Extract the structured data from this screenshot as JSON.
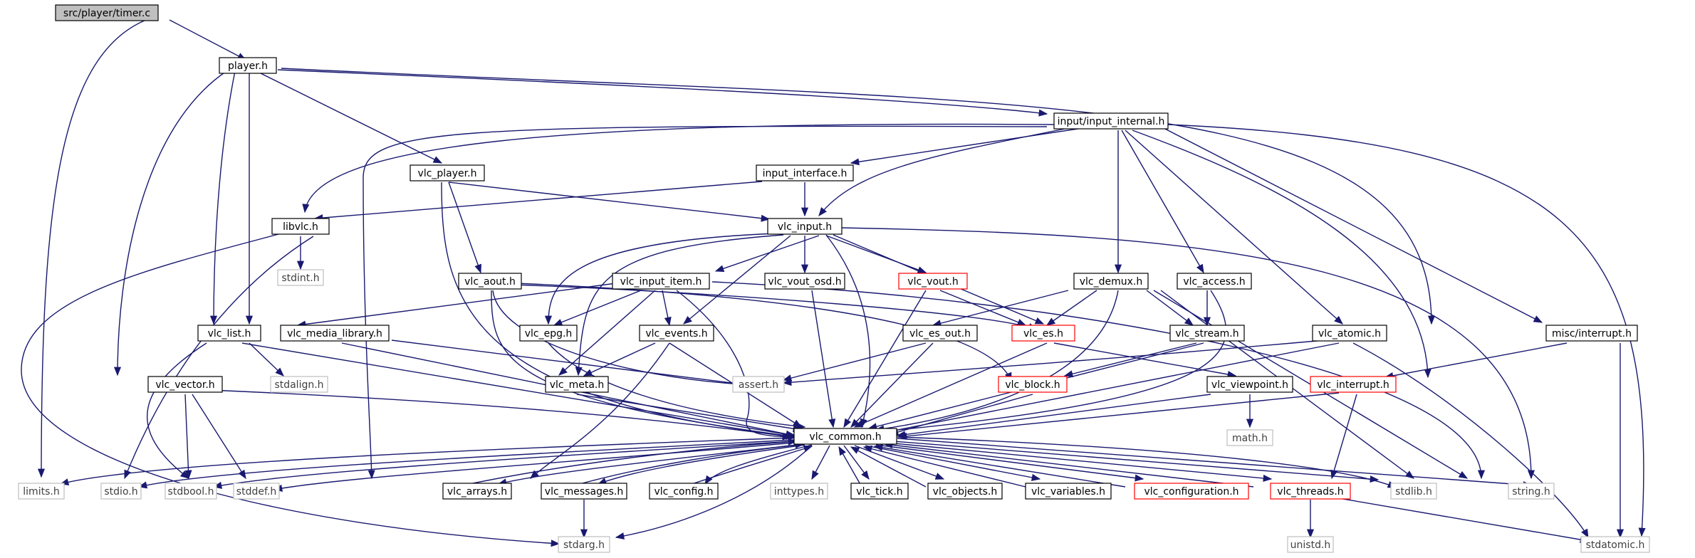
{
  "nodes": {
    "root": "src/player/timer.c",
    "player_h": "player.h",
    "input_internal": "input/input_internal.h",
    "vlc_player": "vlc_player.h",
    "input_interface": "input_interface.h",
    "libvlc": "libvlc.h",
    "vlc_input": "vlc_input.h",
    "stdint": "stdint.h",
    "vlc_aout": "vlc_aout.h",
    "vlc_input_item": "vlc_input_item.h",
    "vlc_vout_osd": "vlc_vout_osd.h",
    "vlc_vout": "vlc_vout.h",
    "vlc_demux": "vlc_demux.h",
    "vlc_access": "vlc_access.h",
    "vlc_list": "vlc_list.h",
    "vlc_media_library": "vlc_media_library.h",
    "vlc_epg": "vlc_epg.h",
    "vlc_events": "vlc_events.h",
    "vlc_es_out": "vlc_es_out.h",
    "vlc_es": "vlc_es.h",
    "vlc_stream": "vlc_stream.h",
    "vlc_atomic": "vlc_atomic.h",
    "misc_interrupt": "misc/interrupt.h",
    "stdalign": "stdalign.h",
    "vlc_vector": "vlc_vector.h",
    "vlc_meta": "vlc_meta.h",
    "assert": "assert.h",
    "vlc_block": "vlc_block.h",
    "vlc_viewpoint": "vlc_viewpoint.h",
    "vlc_interrupt": "vlc_interrupt.h",
    "math": "math.h",
    "vlc_common": "vlc_common.h",
    "limits": "limits.h",
    "stdio": "stdio.h",
    "stdbool": "stdbool.h",
    "stddef": "stddef.h",
    "vlc_arrays": "vlc_arrays.h",
    "vlc_messages": "vlc_messages.h",
    "vlc_config": "vlc_config.h",
    "inttypes": "inttypes.h",
    "vlc_tick": "vlc_tick.h",
    "vlc_objects": "vlc_objects.h",
    "vlc_variables": "vlc_variables.h",
    "vlc_configuration": "vlc_configuration.h",
    "vlc_threads": "vlc_threads.h",
    "stdlib": "stdlib.h",
    "string": "string.h",
    "stdarg": "stdarg.h",
    "unistd": "unistd.h",
    "stdatomic": "stdatomic.h"
  },
  "colors": {
    "edge": "#191970",
    "root_fill": "#bfbfbf",
    "system_header_border": "#bfbfbf",
    "truncated_node_border": "#ff0000",
    "node_border": "#000000"
  }
}
